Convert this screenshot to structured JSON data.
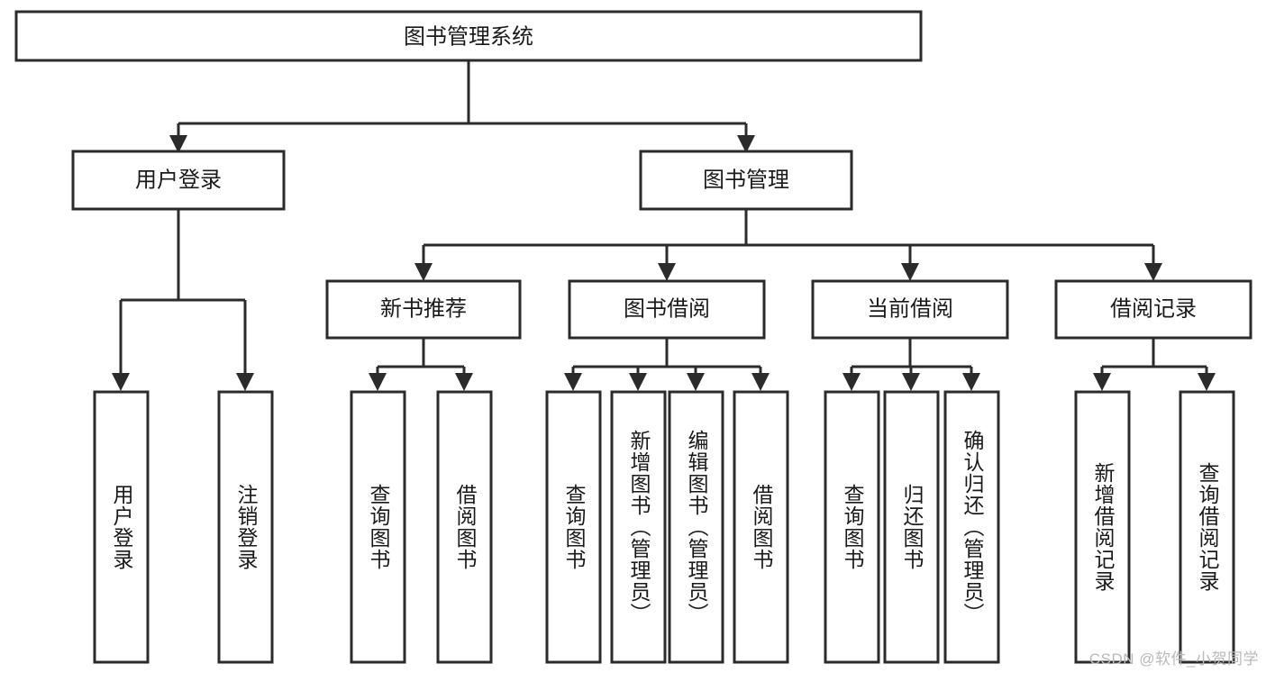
{
  "diagram": {
    "title": "图书管理系统",
    "type": "tree",
    "watermark": "CSDN @软件_小贺同学",
    "colors": {
      "box_stroke": "#2b2b2b",
      "box_fill": "#ffffff",
      "line": "#2b2b2b",
      "text": "#1a1a1a",
      "watermark": "#b9b9b9",
      "background": "#ffffff"
    },
    "nodes": {
      "root": {
        "label": "图书管理系统"
      },
      "level1": [
        {
          "id": "user-login",
          "label": "用户登录"
        },
        {
          "id": "book-manage",
          "label": "图书管理"
        }
      ],
      "level2": [
        {
          "id": "new-book-recommend",
          "label": "新书推荐"
        },
        {
          "id": "book-borrow",
          "label": "图书借阅"
        },
        {
          "id": "current-borrow",
          "label": "当前借阅"
        },
        {
          "id": "borrow-record",
          "label": "借阅记录"
        }
      ],
      "leaves": {
        "user-login": [
          {
            "id": "leaf-user-login",
            "label": "用户登录"
          },
          {
            "id": "leaf-logout-login",
            "label": "注销登录"
          }
        ],
        "new-book-recommend": [
          {
            "id": "leaf-query-book-1",
            "label": "查询图书"
          },
          {
            "id": "leaf-borrow-book-1",
            "label": "借阅图书"
          }
        ],
        "book-borrow": [
          {
            "id": "leaf-query-book-2",
            "label": "查询图书"
          },
          {
            "id": "leaf-add-book",
            "label": "新增图书（管理员）"
          },
          {
            "id": "leaf-edit-book",
            "label": "编辑图书（管理员）"
          },
          {
            "id": "leaf-borrow-book-2",
            "label": "借阅图书"
          }
        ],
        "current-borrow": [
          {
            "id": "leaf-query-book-3",
            "label": "查询图书"
          },
          {
            "id": "leaf-return-book",
            "label": "归还图书"
          },
          {
            "id": "leaf-confirm-return",
            "label": "确认归还（管理员）"
          }
        ],
        "borrow-record": [
          {
            "id": "leaf-add-record",
            "label": "新增借阅记录"
          },
          {
            "id": "leaf-query-record",
            "label": "查询借阅记录"
          }
        ]
      }
    }
  }
}
